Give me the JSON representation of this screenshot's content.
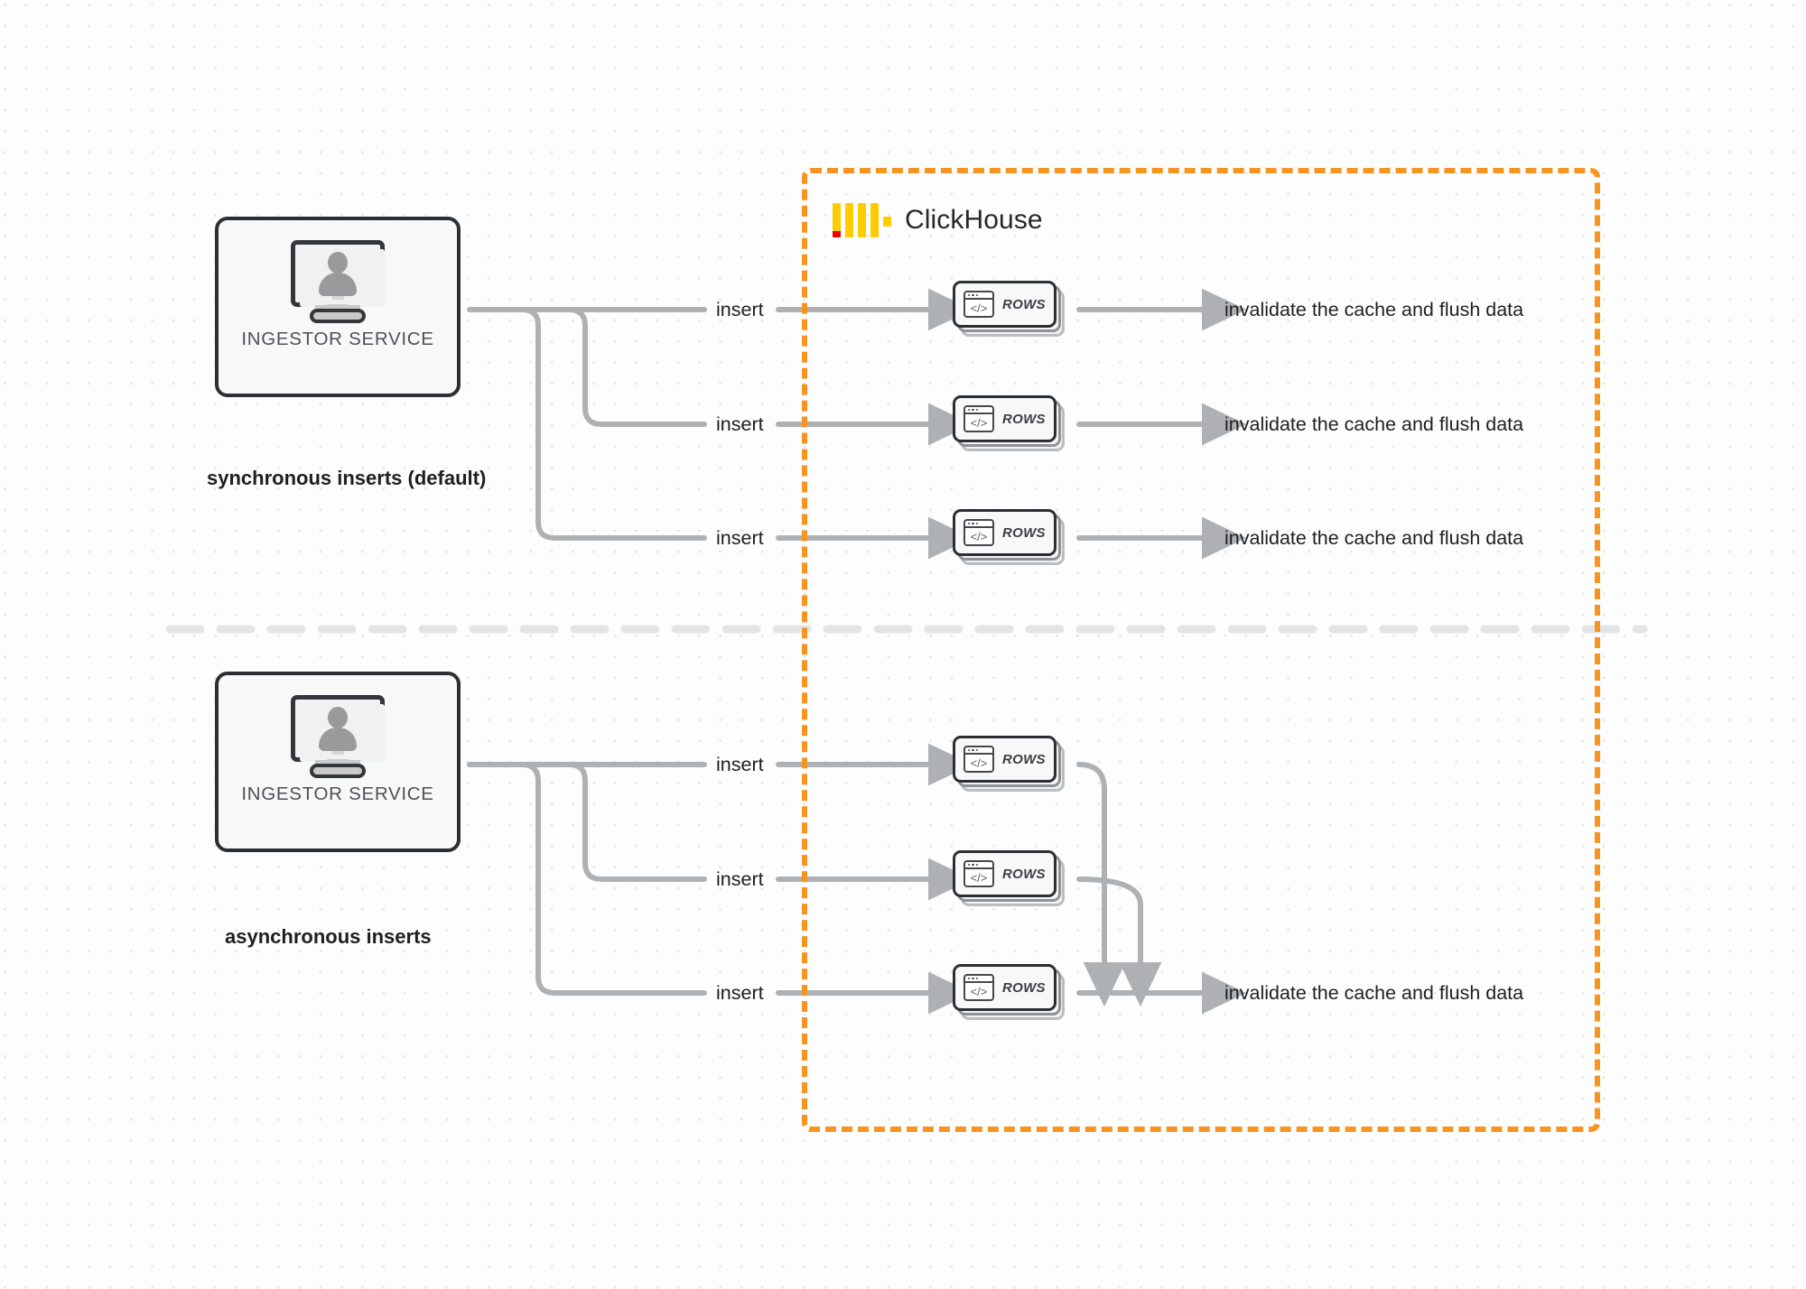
{
  "diagram": {
    "title": "ClickHouse synchronous vs asynchronous inserts",
    "type": "flow-diagram",
    "background": "#fdfdfd",
    "dot_grid_color": "#e8e8e8"
  },
  "clickhouse_region": {
    "brand_name": "ClickHouse",
    "border_color": "#f79420",
    "border_style": "dashed",
    "logo": {
      "name": "clickhouse-logo",
      "bar_color": "#ffcc00",
      "accent_color": "#ec0000",
      "bars": 4
    }
  },
  "sections": [
    {
      "id": "synchronous",
      "caption": "synchronous inserts (default)",
      "source": {
        "label": "INGESTOR SERVICE",
        "icon": "monitor-user-icon"
      },
      "flows": [
        {
          "insert_label": "insert",
          "rows_label": "ROWS",
          "result_label": "invalidate the cache and flush data"
        },
        {
          "insert_label": "insert",
          "rows_label": "ROWS",
          "result_label": "invalidate the cache and flush data"
        },
        {
          "insert_label": "insert",
          "rows_label": "ROWS",
          "result_label": "invalidate the cache and flush data"
        }
      ]
    },
    {
      "id": "asynchronous",
      "caption": "asynchronous inserts",
      "source": {
        "label": "INGESTOR SERVICE",
        "icon": "monitor-user-icon"
      },
      "flows": [
        {
          "insert_label": "insert",
          "rows_label": "ROWS"
        },
        {
          "insert_label": "insert",
          "rows_label": "ROWS"
        },
        {
          "insert_label": "insert",
          "rows_label": "ROWS"
        }
      ],
      "merged_result_label": "invalidate the cache and flush data"
    }
  ],
  "colors": {
    "wire": "#aeb1b3",
    "box_border": "#2b2f33",
    "box_fill": "#f7f8f8",
    "text": "#1d1f21",
    "muted_text": "#4d5156",
    "orange": "#f79420",
    "divider": "#e3e4e5"
  },
  "code_glyph": "</>"
}
